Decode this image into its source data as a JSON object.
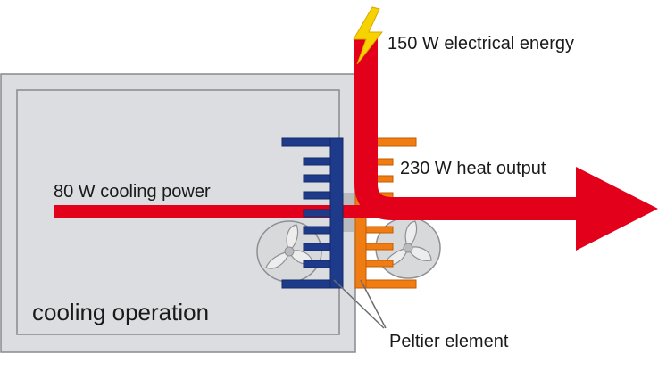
{
  "labels": {
    "electrical": "150 W electrical energy",
    "heat_output": "230 W heat output",
    "cooling_power": "80 W cooling power",
    "mode": "cooling operation",
    "peltier": "Peltier element"
  },
  "colors": {
    "arrow": "#e2001a",
    "cold_side": "#1e3a8a",
    "hot_side": "#f07d14",
    "housing_fill": "#dcdde0",
    "housing_border": "#888a8e",
    "lightning": "#f5d200"
  }
}
